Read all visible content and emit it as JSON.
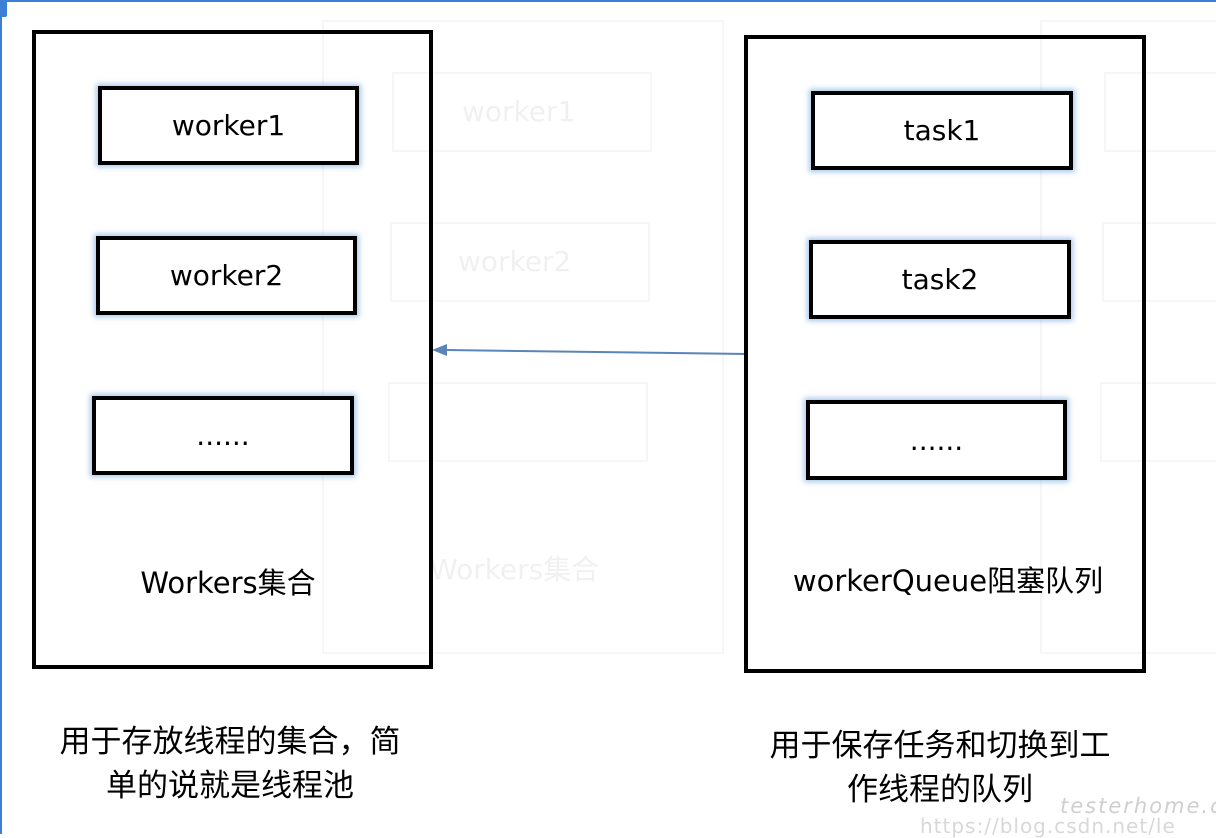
{
  "left_panel": {
    "workers": [
      "worker1",
      "worker2",
      "......"
    ],
    "caption": "Workers集合",
    "description_lines": [
      "用于存放线程的集合，简",
      "单的说就是线程池"
    ]
  },
  "right_panel": {
    "tasks": [
      "task1",
      "task2",
      "......"
    ],
    "caption": "workerQueue阻塞队列",
    "description_lines": [
      "用于保存任务和切换到工",
      "作线程的队列"
    ]
  },
  "watermarks": {
    "site": "testerhome.com",
    "url": "https://blog.csdn.net/le"
  },
  "colors": {
    "frame_accent": "#3d7fd6",
    "item_glow": "#5b9bd5",
    "arrow": "#5b84b8"
  }
}
